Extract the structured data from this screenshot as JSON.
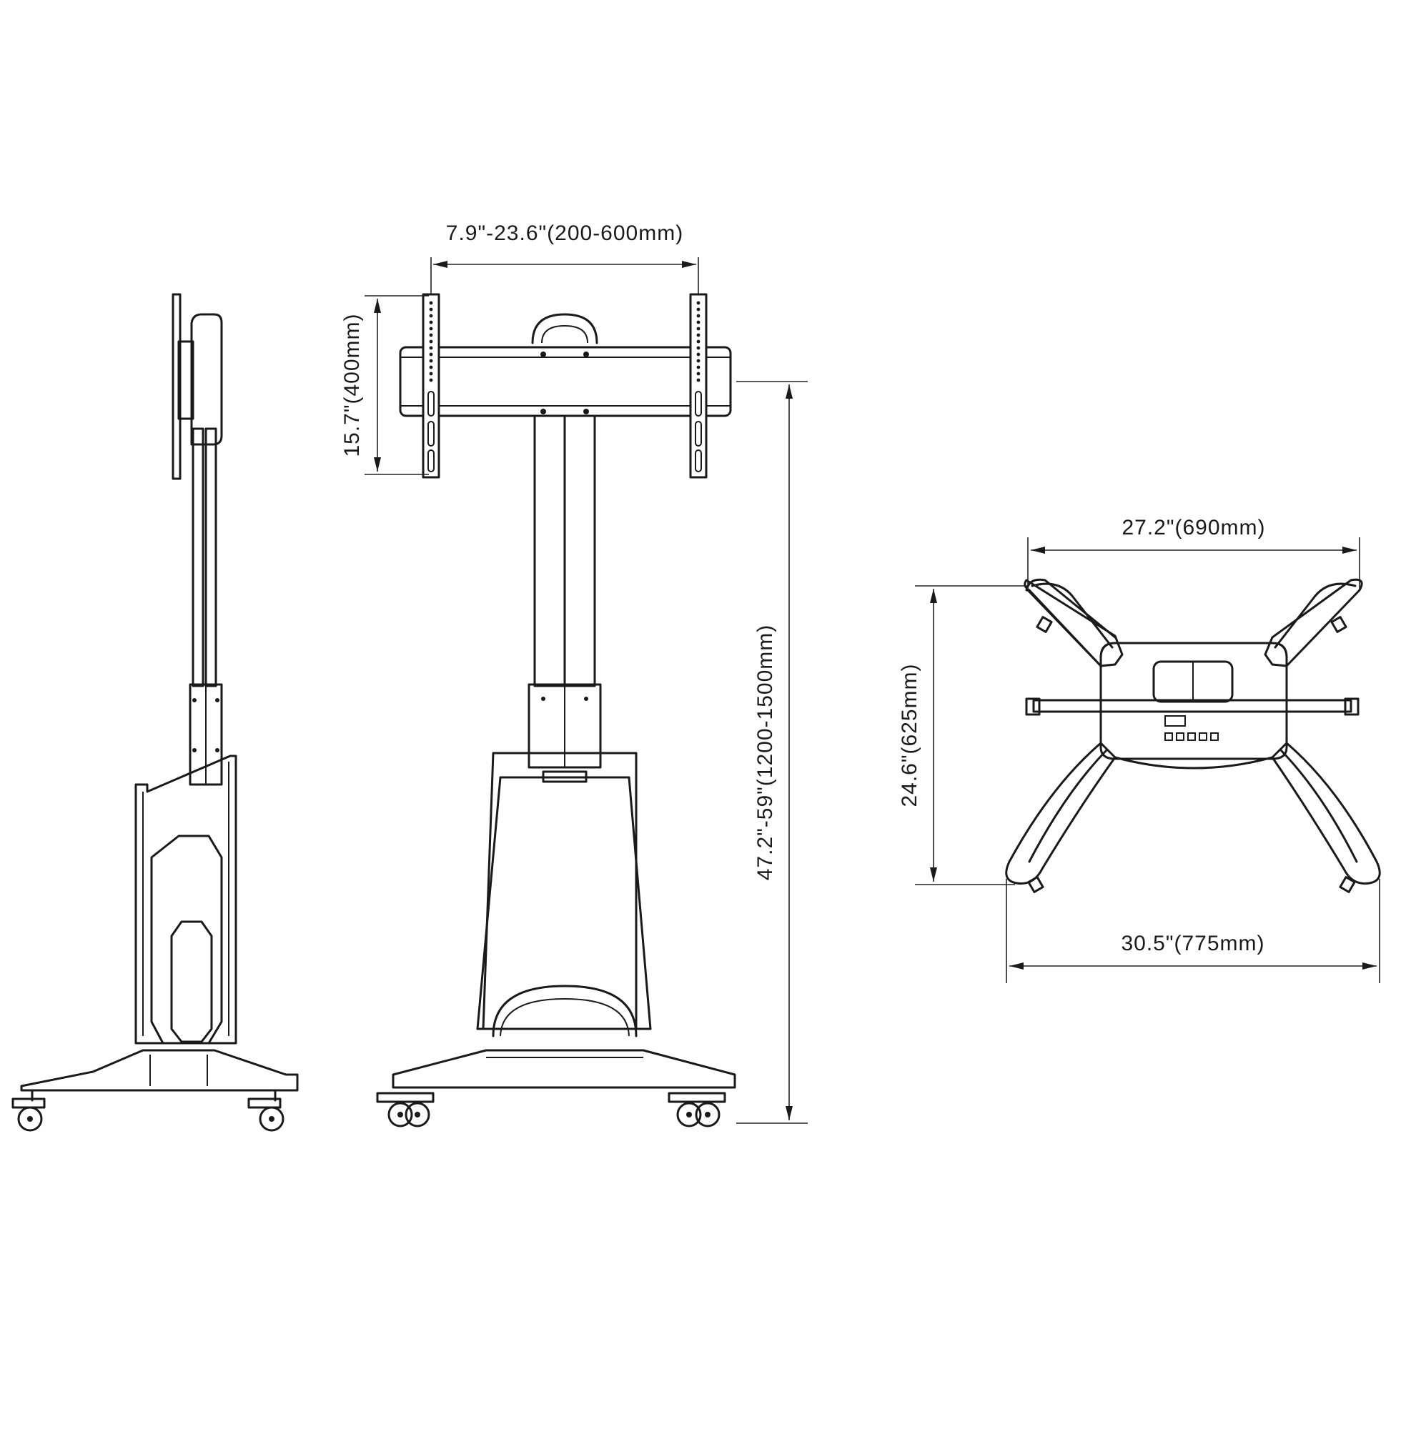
{
  "dimensions": {
    "vesa_width": "7.9\"-23.6\"(200-600mm)",
    "vesa_height": "15.7\"(400mm)",
    "total_height": "47.2\"-59\"(1200-1500mm)",
    "base_width_top": "27.2\"(690mm)",
    "base_depth": "24.6\"(625mm)",
    "base_width_bottom": "30.5\"(775mm)"
  },
  "colors": {
    "line": "#1a1a1a",
    "background": "#ffffff"
  }
}
